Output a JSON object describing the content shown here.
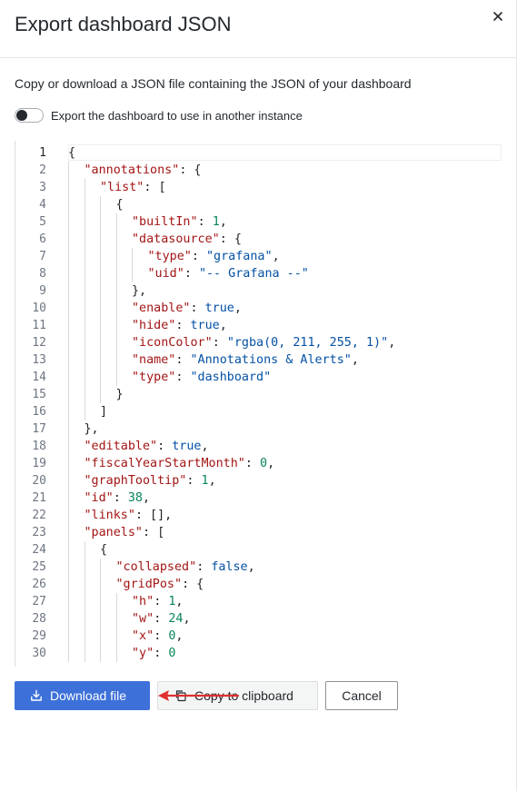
{
  "header": {
    "title": "Export dashboard JSON",
    "close_icon": "close-icon"
  },
  "description": "Copy or download a JSON file containing the JSON of your dashboard",
  "export_toggle": {
    "label": "Export the dashboard to use in another instance",
    "enabled": false
  },
  "editor": {
    "active_line": 1,
    "line_numbers": [
      "1",
      "2",
      "3",
      "4",
      "5",
      "6",
      "7",
      "8",
      "9",
      "10",
      "11",
      "12",
      "13",
      "14",
      "15",
      "16",
      "17",
      "18",
      "19",
      "20",
      "21",
      "22",
      "23",
      "24",
      "25",
      "26",
      "27",
      "28",
      "29",
      "30"
    ],
    "lines": [
      [
        {
          "t": "p",
          "v": "{"
        }
      ],
      [
        {
          "t": "k",
          "v": "\"annotations\""
        },
        {
          "t": "p",
          "v": ": {"
        }
      ],
      [
        {
          "t": "k",
          "v": "\"list\""
        },
        {
          "t": "p",
          "v": ": ["
        }
      ],
      [
        {
          "t": "p",
          "v": "{"
        }
      ],
      [
        {
          "t": "k",
          "v": "\"builtIn\""
        },
        {
          "t": "p",
          "v": ": "
        },
        {
          "t": "n",
          "v": "1"
        },
        {
          "t": "p",
          "v": ","
        }
      ],
      [
        {
          "t": "k",
          "v": "\"datasource\""
        },
        {
          "t": "p",
          "v": ": {"
        }
      ],
      [
        {
          "t": "k",
          "v": "\"type\""
        },
        {
          "t": "p",
          "v": ": "
        },
        {
          "t": "s",
          "v": "\"grafana\""
        },
        {
          "t": "p",
          "v": ","
        }
      ],
      [
        {
          "t": "k",
          "v": "\"uid\""
        },
        {
          "t": "p",
          "v": ": "
        },
        {
          "t": "s",
          "v": "\"-- Grafana --\""
        }
      ],
      [
        {
          "t": "p",
          "v": "},"
        }
      ],
      [
        {
          "t": "k",
          "v": "\"enable\""
        },
        {
          "t": "p",
          "v": ": "
        },
        {
          "t": "b",
          "v": "true"
        },
        {
          "t": "p",
          "v": ","
        }
      ],
      [
        {
          "t": "k",
          "v": "\"hide\""
        },
        {
          "t": "p",
          "v": ": "
        },
        {
          "t": "b",
          "v": "true"
        },
        {
          "t": "p",
          "v": ","
        }
      ],
      [
        {
          "t": "k",
          "v": "\"iconColor\""
        },
        {
          "t": "p",
          "v": ": "
        },
        {
          "t": "s",
          "v": "\"rgba(0, 211, 255, 1)\""
        },
        {
          "t": "p",
          "v": ","
        }
      ],
      [
        {
          "t": "k",
          "v": "\"name\""
        },
        {
          "t": "p",
          "v": ": "
        },
        {
          "t": "s",
          "v": "\"Annotations & Alerts\""
        },
        {
          "t": "p",
          "v": ","
        }
      ],
      [
        {
          "t": "k",
          "v": "\"type\""
        },
        {
          "t": "p",
          "v": ": "
        },
        {
          "t": "s",
          "v": "\"dashboard\""
        }
      ],
      [
        {
          "t": "p",
          "v": "}"
        }
      ],
      [
        {
          "t": "p",
          "v": "]"
        }
      ],
      [
        {
          "t": "p",
          "v": "},"
        }
      ],
      [
        {
          "t": "k",
          "v": "\"editable\""
        },
        {
          "t": "p",
          "v": ": "
        },
        {
          "t": "b",
          "v": "true"
        },
        {
          "t": "p",
          "v": ","
        }
      ],
      [
        {
          "t": "k",
          "v": "\"fiscalYearStartMonth\""
        },
        {
          "t": "p",
          "v": ": "
        },
        {
          "t": "n",
          "v": "0"
        },
        {
          "t": "p",
          "v": ","
        }
      ],
      [
        {
          "t": "k",
          "v": "\"graphTooltip\""
        },
        {
          "t": "p",
          "v": ": "
        },
        {
          "t": "n",
          "v": "1"
        },
        {
          "t": "p",
          "v": ","
        }
      ],
      [
        {
          "t": "k",
          "v": "\"id\""
        },
        {
          "t": "p",
          "v": ": "
        },
        {
          "t": "n",
          "v": "38"
        },
        {
          "t": "p",
          "v": ","
        }
      ],
      [
        {
          "t": "k",
          "v": "\"links\""
        },
        {
          "t": "p",
          "v": ": [],"
        }
      ],
      [
        {
          "t": "k",
          "v": "\"panels\""
        },
        {
          "t": "p",
          "v": ": ["
        }
      ],
      [
        {
          "t": "p",
          "v": "{"
        }
      ],
      [
        {
          "t": "k",
          "v": "\"collapsed\""
        },
        {
          "t": "p",
          "v": ": "
        },
        {
          "t": "b",
          "v": "false"
        },
        {
          "t": "p",
          "v": ","
        }
      ],
      [
        {
          "t": "k",
          "v": "\"gridPos\""
        },
        {
          "t": "p",
          "v": ": {"
        }
      ],
      [
        {
          "t": "k",
          "v": "\"h\""
        },
        {
          "t": "p",
          "v": ": "
        },
        {
          "t": "n",
          "v": "1"
        },
        {
          "t": "p",
          "v": ","
        }
      ],
      [
        {
          "t": "k",
          "v": "\"w\""
        },
        {
          "t": "p",
          "v": ": "
        },
        {
          "t": "n",
          "v": "24"
        },
        {
          "t": "p",
          "v": ","
        }
      ],
      [
        {
          "t": "k",
          "v": "\"x\""
        },
        {
          "t": "p",
          "v": ": "
        },
        {
          "t": "n",
          "v": "0"
        },
        {
          "t": "p",
          "v": ","
        }
      ],
      [
        {
          "t": "k",
          "v": "\"y\""
        },
        {
          "t": "p",
          "v": ": "
        },
        {
          "t": "n",
          "v": "0"
        }
      ]
    ],
    "indents": [
      0,
      1,
      2,
      3,
      4,
      4,
      5,
      5,
      4,
      4,
      4,
      4,
      4,
      4,
      3,
      2,
      1,
      1,
      1,
      1,
      1,
      1,
      1,
      2,
      3,
      3,
      4,
      4,
      4,
      4
    ]
  },
  "footer": {
    "download_label": "Download file",
    "download_icon": "download-icon",
    "copy_label": "Copy to clipboard",
    "copy_icon": "copy-icon",
    "cancel_label": "Cancel"
  },
  "colors": {
    "primary": "#3d71d9",
    "json_key": "#a31515",
    "json_string": "#0451a5",
    "json_number": "#098658",
    "annotation_arrow": "#e02f2f"
  }
}
